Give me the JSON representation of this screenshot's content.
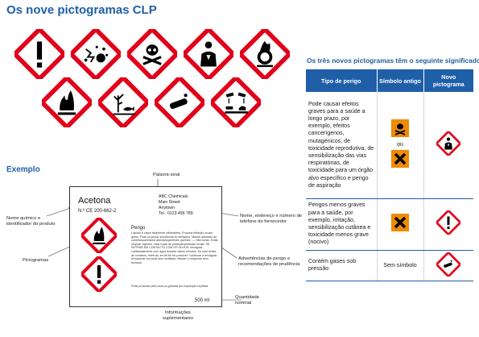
{
  "title": "Os nove pictogramas CLP",
  "pictograms": {
    "row1": [
      "exclamation-pictogram",
      "explosive-pictogram",
      "skull-crossbones-pictogram",
      "health-hazard-pictogram",
      "oxidizer-pictogram"
    ],
    "row2": [
      "flame-pictogram",
      "environment-pictogram",
      "gas-cylinder-pictogram",
      "corrosive-pictogram"
    ]
  },
  "right": {
    "heading": "Os três novos pictogramas têm o seguinte significado:",
    "table": {
      "headers": [
        "Tipo de perigo",
        "Símbolo antigo",
        "Novo pictograma"
      ],
      "rows": [
        {
          "text": "Pode causar efeitos graves para a saúde a longo prazo, por exemplo, efeitos cancerígenos, mutagénicos, de toxicidade reprodutiva, de sensibilização das vias respiratórias, de toxicidade para um órgão alvo específico e perigo de aspiração",
          "ou": "ou"
        },
        {
          "text": "Perigos menos graves para a saúde, por exemplo, irritação, sensibilização cutânea e toxicidade menos grave (nocivo)"
        },
        {
          "text": "Contém gases sob pressão",
          "old": "Sem símbolo"
        }
      ]
    }
  },
  "example": {
    "title": "Exemplo",
    "label": {
      "name": "Acetona",
      "ce": "N.º CE 200-662-2",
      "company": [
        "ABC Chemicals",
        "Main Street",
        "Anytown",
        "Tel.: 0123 456 789"
      ],
      "signal": "Perigo",
      "hazard_text": "Líquido e vapor facilmente inflamáveis. Provoca irritação ocular grave. Pode provocar sonolência ou vertigens. Manter afastado do calor/faísca/chama aberta/superfícies quentes. — Não fumar. Evitar respirar vapores. Usar luvas de proteção/proteção ocular. SE ENTRAR EM CONTACTO COM OS OLHOS: enxaguar cuidadosamente com água durante vários minutos. Se usar lentes de contacto, retire-as, se tal lhe for possível. Continuar a enxaguar. Armazenar em local bem ventilado. Manter o recipiente bem fechado.",
      "extra_text": "Pode provocar pele seca ou gretada por exposição repetida.",
      "quantity": "500 ml"
    },
    "annotations": {
      "signal_word": "Palavra-sinal",
      "chemical_name": "Nome químico e identificador do produto",
      "pictograms": "Pictogramas",
      "supplier": "Nome, endereço e número de telefone do fornecedor",
      "warnings": "Advertências de perigo e recomendações de prudência",
      "supplementary": "Informações suplementares",
      "nominal_qty": "Quantidade nominal"
    }
  },
  "colors": {
    "brand_blue": "#1f5fa8",
    "ghs_red": "#e2001a",
    "old_orange": "#f08a00"
  }
}
